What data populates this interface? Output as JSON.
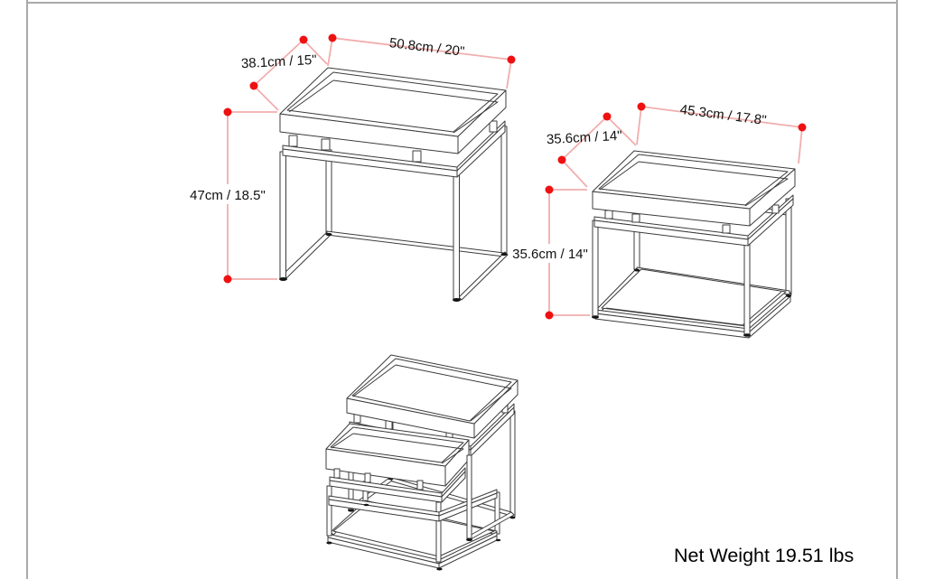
{
  "page": {
    "background": "#ffffff",
    "border_color": "#a9a9a9"
  },
  "colors": {
    "dimension_line": "#f1aeae",
    "dimension_dot": "#ee1111",
    "drawing_line": "#3c3c3c",
    "label_text": "#111111"
  },
  "tables": [
    {
      "id": "large-tray-table",
      "view": "isometric line drawing, tray top with open metal base",
      "dimensions": {
        "width": "50.8cm / 20\"",
        "depth": "38.1cm / 15\"",
        "height": "47cm / 18.5\""
      }
    },
    {
      "id": "small-tray-table",
      "view": "isometric line drawing, tray top with shelf base",
      "dimensions": {
        "width": "45.3cm / 17.8\"",
        "depth": "35.6cm / 14\"",
        "height": "35.6cm / 14\""
      }
    },
    {
      "id": "nested-set",
      "view": "both tables nested together",
      "dimensions": {}
    }
  ],
  "footer": {
    "net_weight": "Net Weight 19.51 lbs"
  }
}
